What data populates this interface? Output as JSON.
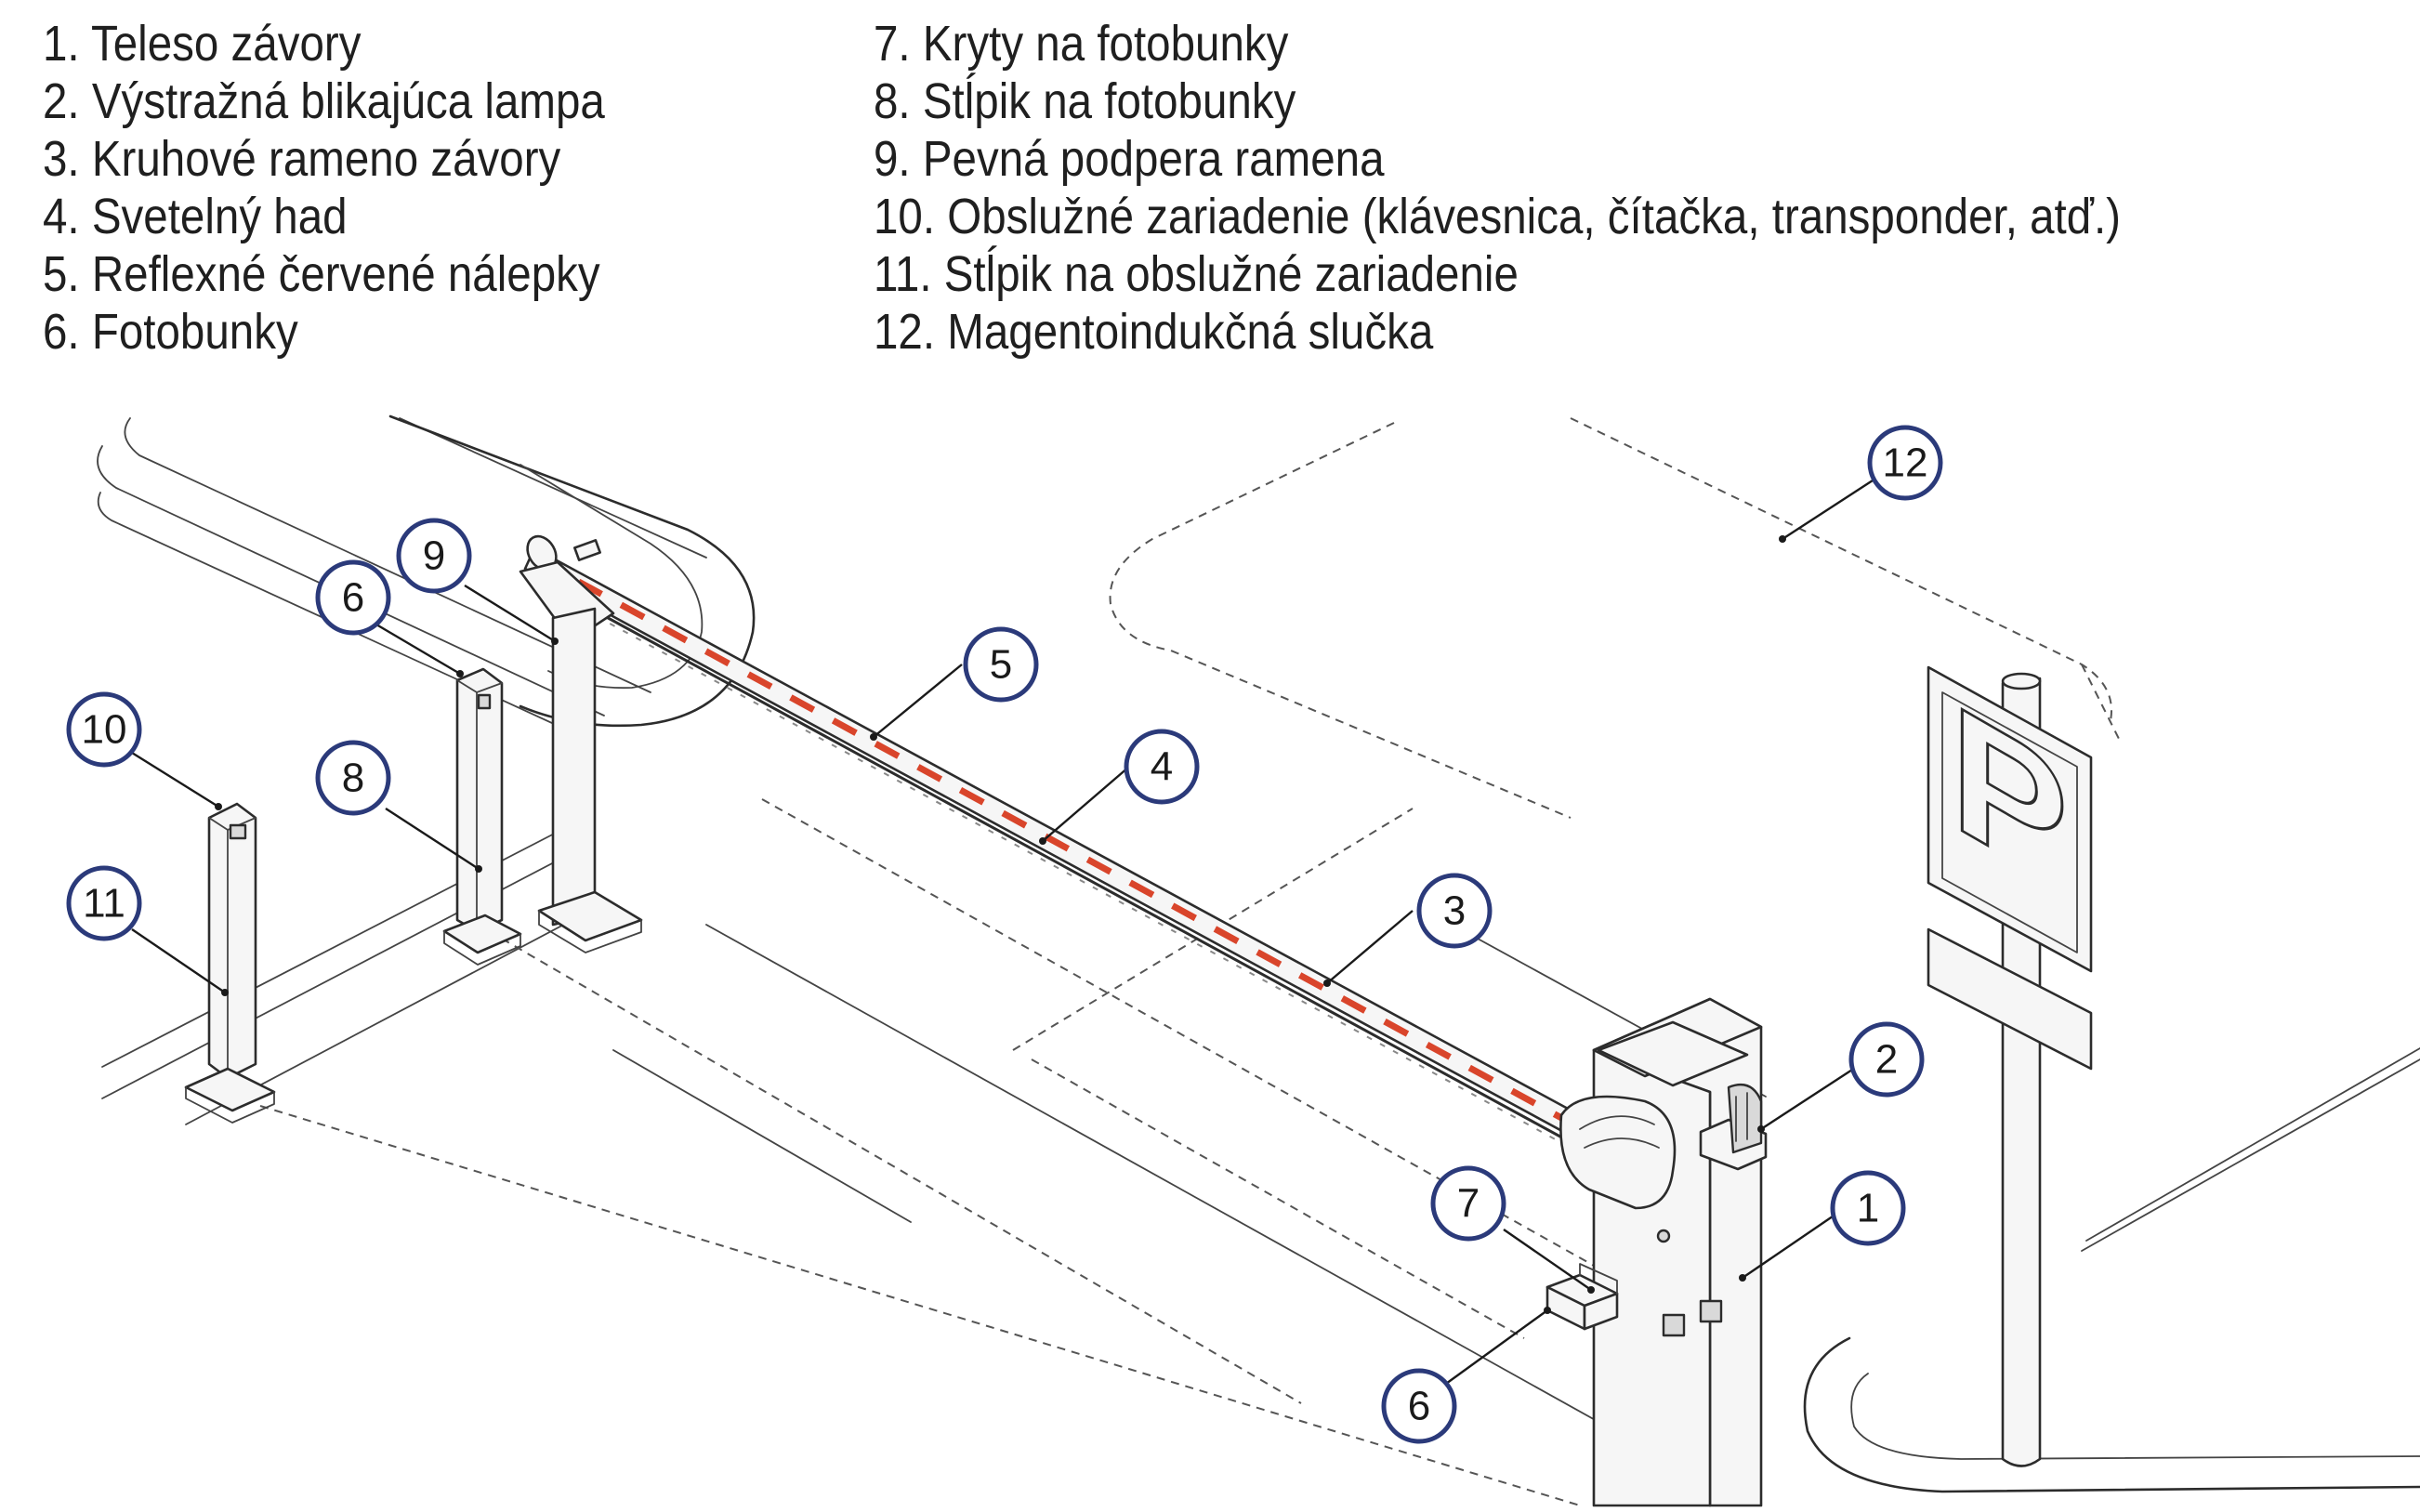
{
  "legend": {
    "left": [
      "1. Teleso závory",
      "2. Výstražná blikajúca lampa",
      "3. Kruhové rameno závory",
      "4. Svetelný had",
      "5. Reflexné červené nálepky",
      "6. Fotobunky"
    ],
    "right": [
      "7. Kryty na fotobunky",
      "8. Stĺpik na fotobunky",
      "9. Pevná podpera ramena",
      "10. Obslužné zariadenie (klávesnica, čítačka, transponder, atď.)",
      "11. Stĺpik na obslužné zariadenie",
      "12. Magentoindukčná slučka"
    ]
  },
  "callouts": [
    {
      "label": "1"
    },
    {
      "label": "2"
    },
    {
      "label": "3"
    },
    {
      "label": "4"
    },
    {
      "label": "5"
    },
    {
      "label": "6"
    },
    {
      "label": "6"
    },
    {
      "label": "7"
    },
    {
      "label": "8"
    },
    {
      "label": "9"
    },
    {
      "label": "10"
    },
    {
      "label": "11"
    },
    {
      "label": "12"
    }
  ],
  "sign": {
    "letter": "P"
  },
  "colors": {
    "callout_border": "#2b3a7a",
    "reflector_red": "#d9452b",
    "line": "#2c2c2c"
  }
}
